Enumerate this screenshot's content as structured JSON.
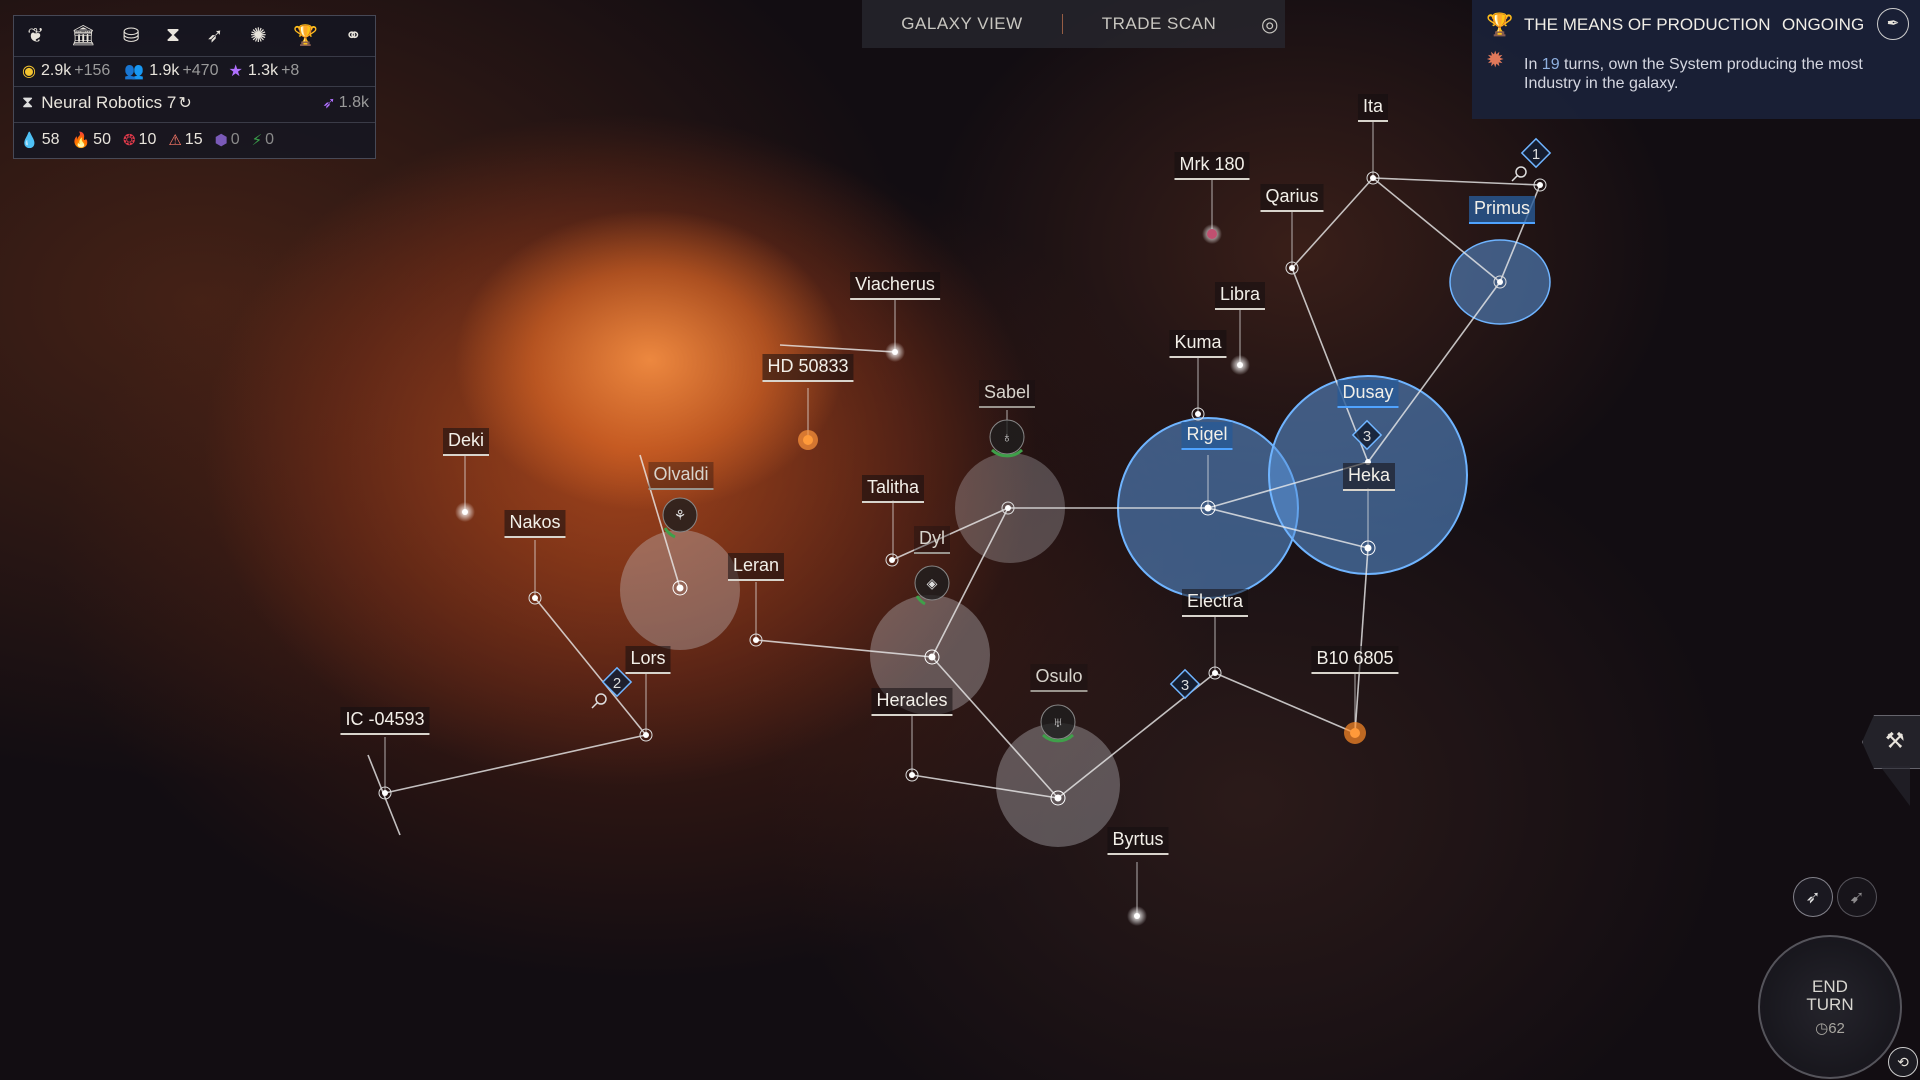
{
  "resources": {
    "dust": {
      "icon": "dust-coin-icon",
      "value": "2.9k",
      "delta": "+156"
    },
    "influence": {
      "icon": "population-icon",
      "value": "1.9k",
      "delta": "+470"
    },
    "science": {
      "icon": "star-icon",
      "value": "1.3k",
      "delta": "+8"
    },
    "research": {
      "icon": "flask-icon",
      "name": "Neural Robotics 7",
      "cost": "1.8k"
    },
    "strategic": [
      {
        "icon": "titanium-icon",
        "value": "58",
        "color": "#5aa8ff"
      },
      {
        "icon": "glassteel-icon",
        "value": "50",
        "color": "#f4b24a"
      },
      {
        "icon": "hyperium-icon",
        "value": "10",
        "color": "#e0394a"
      },
      {
        "icon": "adamantian-icon",
        "value": "15",
        "color": "#ff7a6a"
      },
      {
        "icon": "antimatter-icon",
        "value": "0",
        "color": "#7a5ab8"
      },
      {
        "icon": "nitrogen-icon",
        "value": "0",
        "color": "#3aa04a"
      }
    ]
  },
  "toolbar": [
    "laurel-icon",
    "empire-icon",
    "coins-icon",
    "research-icon",
    "fleet-icon",
    "gear-sun-icon",
    "trophy-icon",
    "handshake-icon"
  ],
  "topnav": {
    "galaxy_view": "GALAXY VIEW",
    "trade_scan": "TRADE SCAN"
  },
  "quest": {
    "title": "THE MEANS OF PRODUCTION",
    "status": "ONGOING",
    "desc_pre": "In ",
    "turns": "19",
    "desc_post": " turns, own the System producing the most Industry in the galaxy."
  },
  "systems": [
    {
      "name": "Ita",
      "style": "normal"
    },
    {
      "name": "Mrk 180",
      "style": "normal"
    },
    {
      "name": "Qarius",
      "style": "normal"
    },
    {
      "name": "Primus",
      "style": "owned"
    },
    {
      "name": "Libra",
      "style": "normal"
    },
    {
      "name": "Viacherus",
      "style": "normal"
    },
    {
      "name": "Kuma",
      "style": "normal"
    },
    {
      "name": "HD 50833",
      "style": "normal"
    },
    {
      "name": "Sabel",
      "style": "dim"
    },
    {
      "name": "Dusay",
      "style": "owned"
    },
    {
      "name": "Rigel",
      "style": "owned"
    },
    {
      "name": "Deki",
      "style": "normal"
    },
    {
      "name": "Olvaldi",
      "style": "dim"
    },
    {
      "name": "Heka",
      "style": "normal"
    },
    {
      "name": "Talitha",
      "style": "normal"
    },
    {
      "name": "Nakos",
      "style": "normal"
    },
    {
      "name": "Dyl",
      "style": "dim"
    },
    {
      "name": "Leran",
      "style": "normal"
    },
    {
      "name": "Electra",
      "style": "normal"
    },
    {
      "name": "Lors",
      "style": "normal"
    },
    {
      "name": "B10 6805",
      "style": "normal"
    },
    {
      "name": "Osulo",
      "style": "dim"
    },
    {
      "name": "Heracles",
      "style": "normal"
    },
    {
      "name": "IC -04593",
      "style": "normal"
    },
    {
      "name": "Byrtus",
      "style": "normal"
    }
  ],
  "fleet_markers": [
    "1",
    "3",
    "2",
    "3"
  ],
  "end_turn": {
    "line1": "END",
    "line2": "TURN",
    "timer": "62"
  }
}
